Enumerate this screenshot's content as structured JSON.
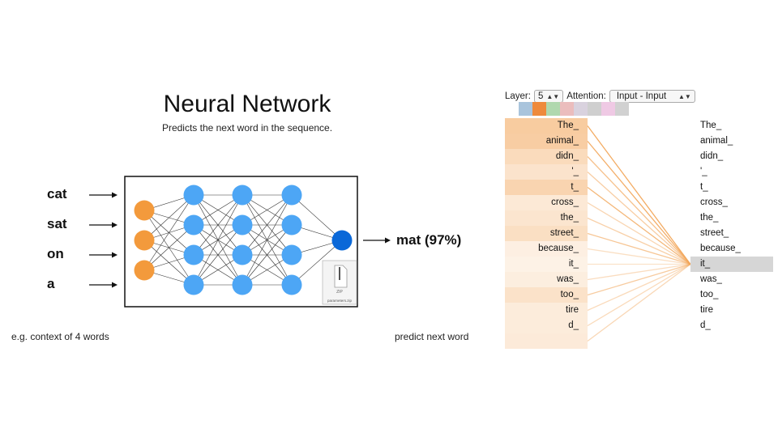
{
  "neural_network": {
    "title": "Neural Network",
    "subtitle": "Predicts the next word in the sequence.",
    "inputs": [
      "cat",
      "sat",
      "on",
      "a"
    ],
    "output": "mat (97%)",
    "context_note": "e.g. context of 4 words",
    "predict_note": "predict next word",
    "layers": [
      {
        "role": "input",
        "neurons": 3,
        "color": "#f39a3c"
      },
      {
        "role": "hidden",
        "neurons": 4,
        "color": "#4da6f5"
      },
      {
        "role": "hidden",
        "neurons": 4,
        "color": "#4da6f5"
      },
      {
        "role": "hidden",
        "neurons": 4,
        "color": "#4da6f5"
      },
      {
        "role": "output",
        "neurons": 1,
        "color": "#0a68d8"
      }
    ],
    "file_icon": {
      "badge": "ZIP",
      "caption": "pararneters.zip"
    }
  },
  "attention": {
    "layer_label": "Layer:",
    "layer_value": "5",
    "attention_label": "Attention:",
    "attention_value": "Input - Input",
    "head_colors": [
      "#a9c4dc",
      "#ee8a3c",
      "#b0d8ae",
      "#ebbdbd",
      "#d9d2de",
      "#cfcfcf",
      "#efc9e4",
      "#d1d1d1"
    ],
    "selected_head": 1,
    "line_color": "#f2a65a",
    "left_tokens": [
      "The_",
      "animal_",
      "didn_",
      "'_",
      "t_",
      "cross_",
      "the_",
      "street_",
      "because_",
      "it_",
      "was_",
      "too_",
      "tire",
      "d_",
      ""
    ],
    "right_tokens": [
      "The_",
      "animal_",
      "didn_",
      "'_",
      "t_",
      "cross_",
      "the_",
      "street_",
      "because_",
      "it_",
      "was_",
      "too_",
      "tire",
      "d_"
    ],
    "selected_right_token": 9,
    "attention_weights": [
      0.5,
      0.48,
      0.32,
      0.22,
      0.4,
      0.16,
      0.2,
      0.28,
      0.08,
      0.05,
      0.1,
      0.24,
      0.12,
      0.12,
      0.14
    ]
  }
}
